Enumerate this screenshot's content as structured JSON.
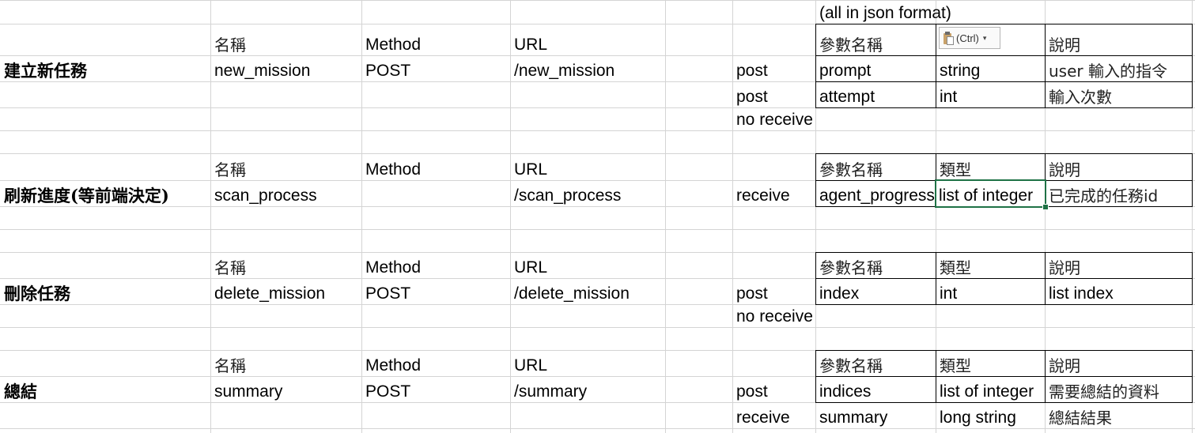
{
  "note": "(all in json format)",
  "paste_options": {
    "label": "(Ctrl)",
    "caret": "▾"
  },
  "sections": [
    {
      "title": "建立新任務",
      "header": {
        "name": "名稱",
        "method": "Method",
        "url": "URL"
      },
      "endpoint": {
        "name": "new_mission",
        "method": "POST",
        "url": "/new_mission"
      },
      "param_header": {
        "param": "參數名稱",
        "type": "",
        "desc": "說明"
      },
      "params": [
        {
          "dir": "post",
          "param": "prompt",
          "type": "string",
          "desc": "user 輸入的指令"
        },
        {
          "dir": "post",
          "param": "attempt",
          "type": "int",
          "desc": "輸入次數"
        }
      ],
      "footer": "no receive"
    },
    {
      "title": "刷新進度(等前端決定)",
      "header": {
        "name": "名稱",
        "method": "Method",
        "url": "URL"
      },
      "endpoint": {
        "name": "scan_process",
        "method": "",
        "url": "/scan_process"
      },
      "param_header": {
        "param": "參數名稱",
        "type": "類型",
        "desc": "說明"
      },
      "params": [
        {
          "dir": "receive",
          "param": "agent_progress",
          "type": "list of integer",
          "desc": "已完成的任務id"
        }
      ],
      "footer": ""
    },
    {
      "title": "刪除任務",
      "header": {
        "name": "名稱",
        "method": "Method",
        "url": "URL"
      },
      "endpoint": {
        "name": "delete_mission",
        "method": "POST",
        "url": "/delete_mission"
      },
      "param_header": {
        "param": "參數名稱",
        "type": "類型",
        "desc": "說明"
      },
      "params": [
        {
          "dir": "post",
          "param": "index",
          "type": "int",
          "desc": "list index"
        }
      ],
      "footer": "no receive"
    },
    {
      "title": "總結",
      "header": {
        "name": "名稱",
        "method": "Method",
        "url": "URL"
      },
      "endpoint": {
        "name": "summary",
        "method": "POST",
        "url": "/summary"
      },
      "param_header": {
        "param": "參數名稱",
        "type": "類型",
        "desc": "說明"
      },
      "params": [
        {
          "dir": "post",
          "param": "indices",
          "type": "list of integer",
          "desc": "需要總結的資料"
        },
        {
          "dir": "receive",
          "param": "summary",
          "type": "long string",
          "desc": "總結結果"
        }
      ],
      "footer": ""
    }
  ]
}
